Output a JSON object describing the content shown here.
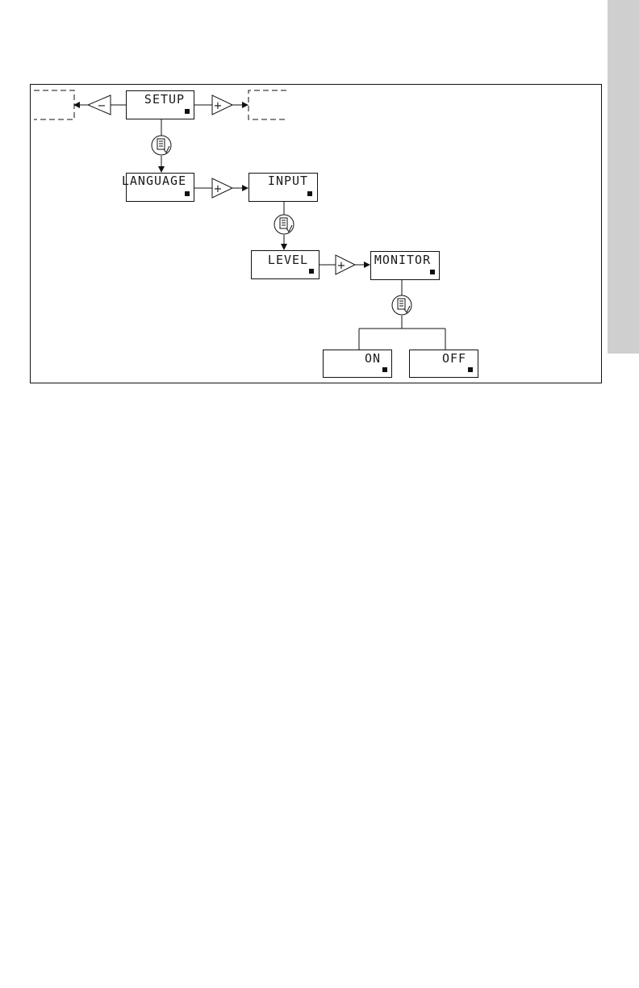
{
  "displays": {
    "setup": "SETUP",
    "language": "LANGUAGE",
    "input": "INPUT",
    "level": "LEVEL",
    "monitor": "MONITOR",
    "on": "ON",
    "off": "OFF"
  },
  "buttons": {
    "minus": "−",
    "plus": "+"
  },
  "icons": {
    "menu": "menu-key-icon",
    "indicator": "lcd-indicator-icon"
  },
  "colors": {
    "side_tab": "#cfcfcf",
    "line": "#111111"
  }
}
